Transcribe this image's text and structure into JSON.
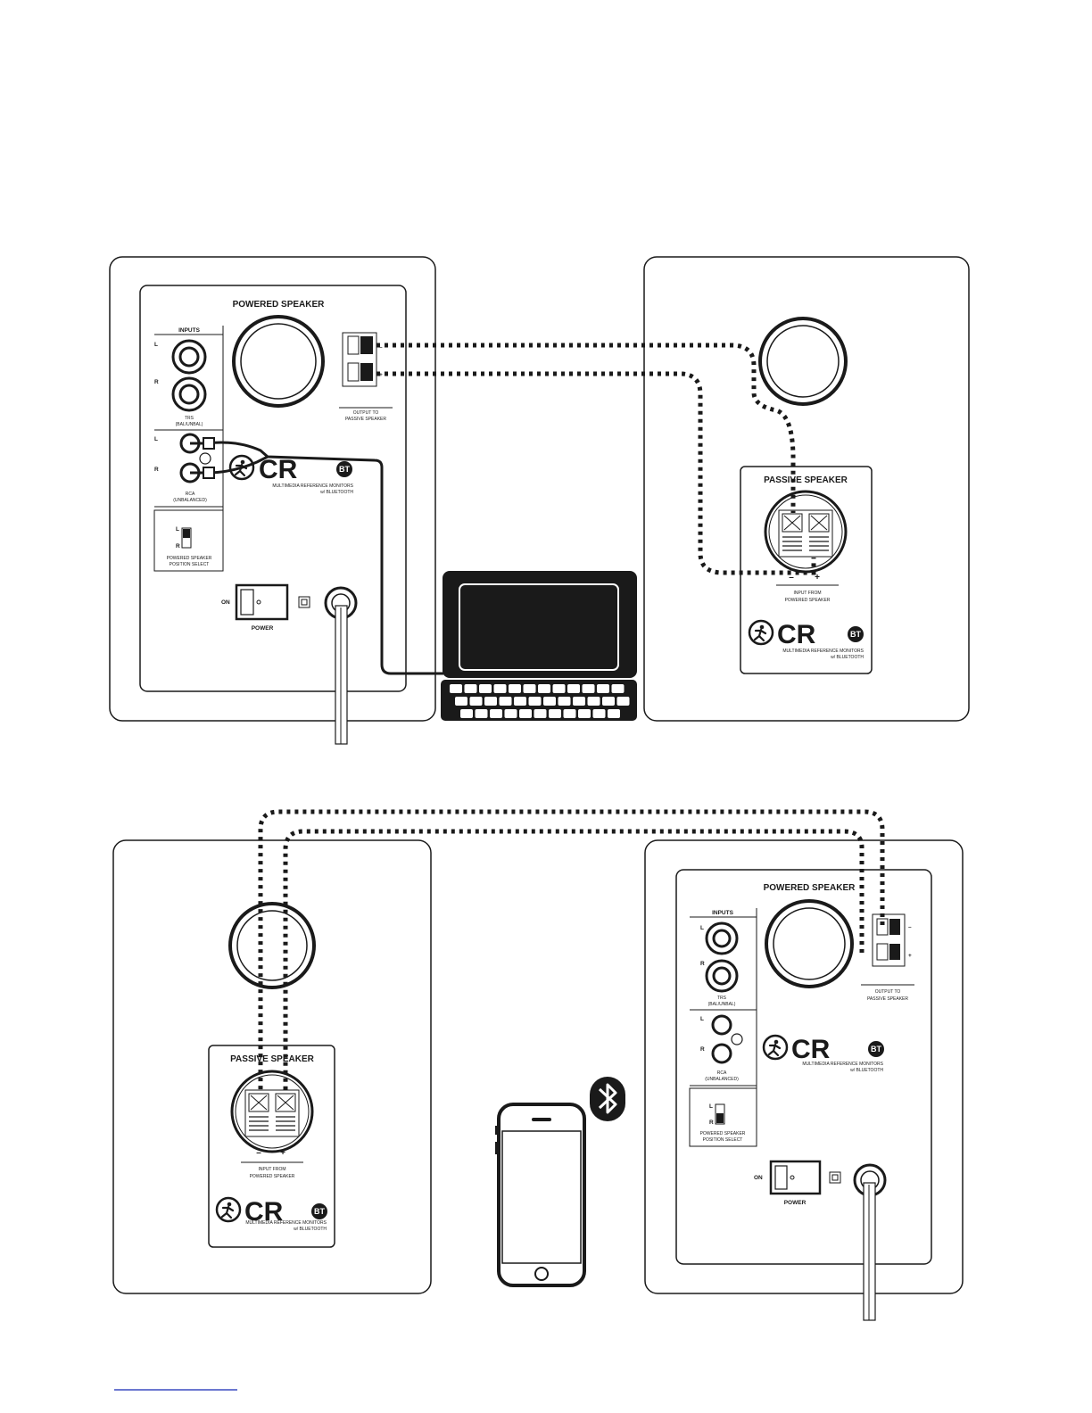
{
  "speakers": {
    "powered_title": "POWERED SPEAKER",
    "passive_title": "PASSIVE SPEAKER",
    "inputs_label": "INPUTS",
    "left_label": "L",
    "right_label": "R",
    "trs_line1": "TRS",
    "trs_line2": "(BAL/UNBAL)",
    "rca_line1": "RCA",
    "rca_line2": "(UNBALANCED)",
    "position_line1": "POWERED SPEAKER",
    "position_line2": "POSITION SELECT",
    "on_label": "ON",
    "power_label": "POWER",
    "output_line1": "OUTPUT TO",
    "output_line2": "PASSIVE SPEAKER",
    "input_line1": "INPUT FROM",
    "input_line2": "POWERED SPEAKER",
    "minus": "–",
    "plus": "+",
    "logo": "CR",
    "bt_badge": "BT",
    "tagline1": "MULTIMEDIA REFERENCE MONITORS",
    "tagline2": "w/ BLUETOOTH"
  },
  "icons": {
    "laptop": "laptop-icon",
    "phone": "smartphone-icon",
    "bluetooth": "bluetooth-icon",
    "brand": "running-man-logo-icon"
  },
  "colors": {
    "ink": "#1a1a1a",
    "paper": "#ffffff",
    "link_line": "#3b4cc0"
  }
}
